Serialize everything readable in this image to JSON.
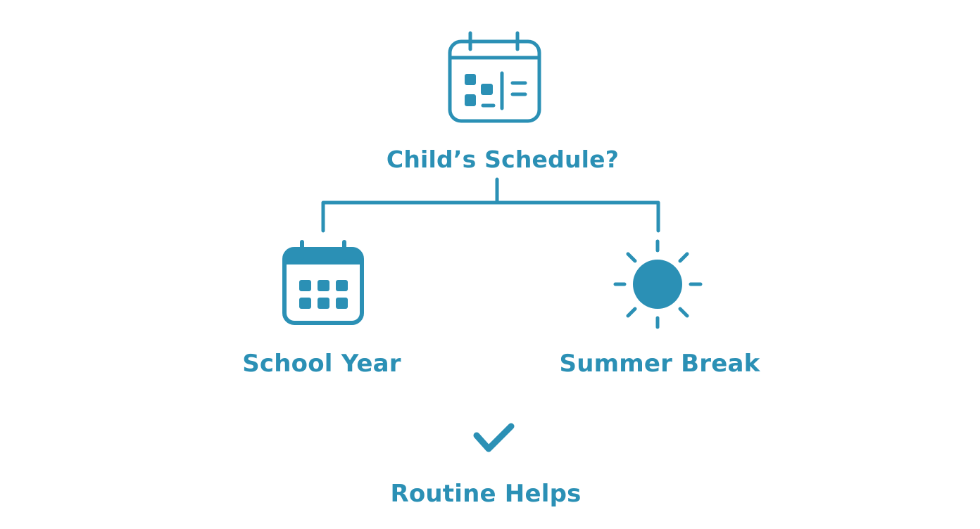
{
  "diagram": {
    "root": {
      "label": "Child’s Schedule?",
      "icon": "calendar-schedule-icon"
    },
    "branches": [
      {
        "label": "School Year",
        "icon": "calendar-grid-icon"
      },
      {
        "label": "Summer Break",
        "icon": "sun-icon"
      }
    ],
    "result": {
      "label": "Routine Helps",
      "icon": "checkmark-icon"
    }
  },
  "colors": {
    "primary": "#2b90b5",
    "background": "#ffffff"
  }
}
